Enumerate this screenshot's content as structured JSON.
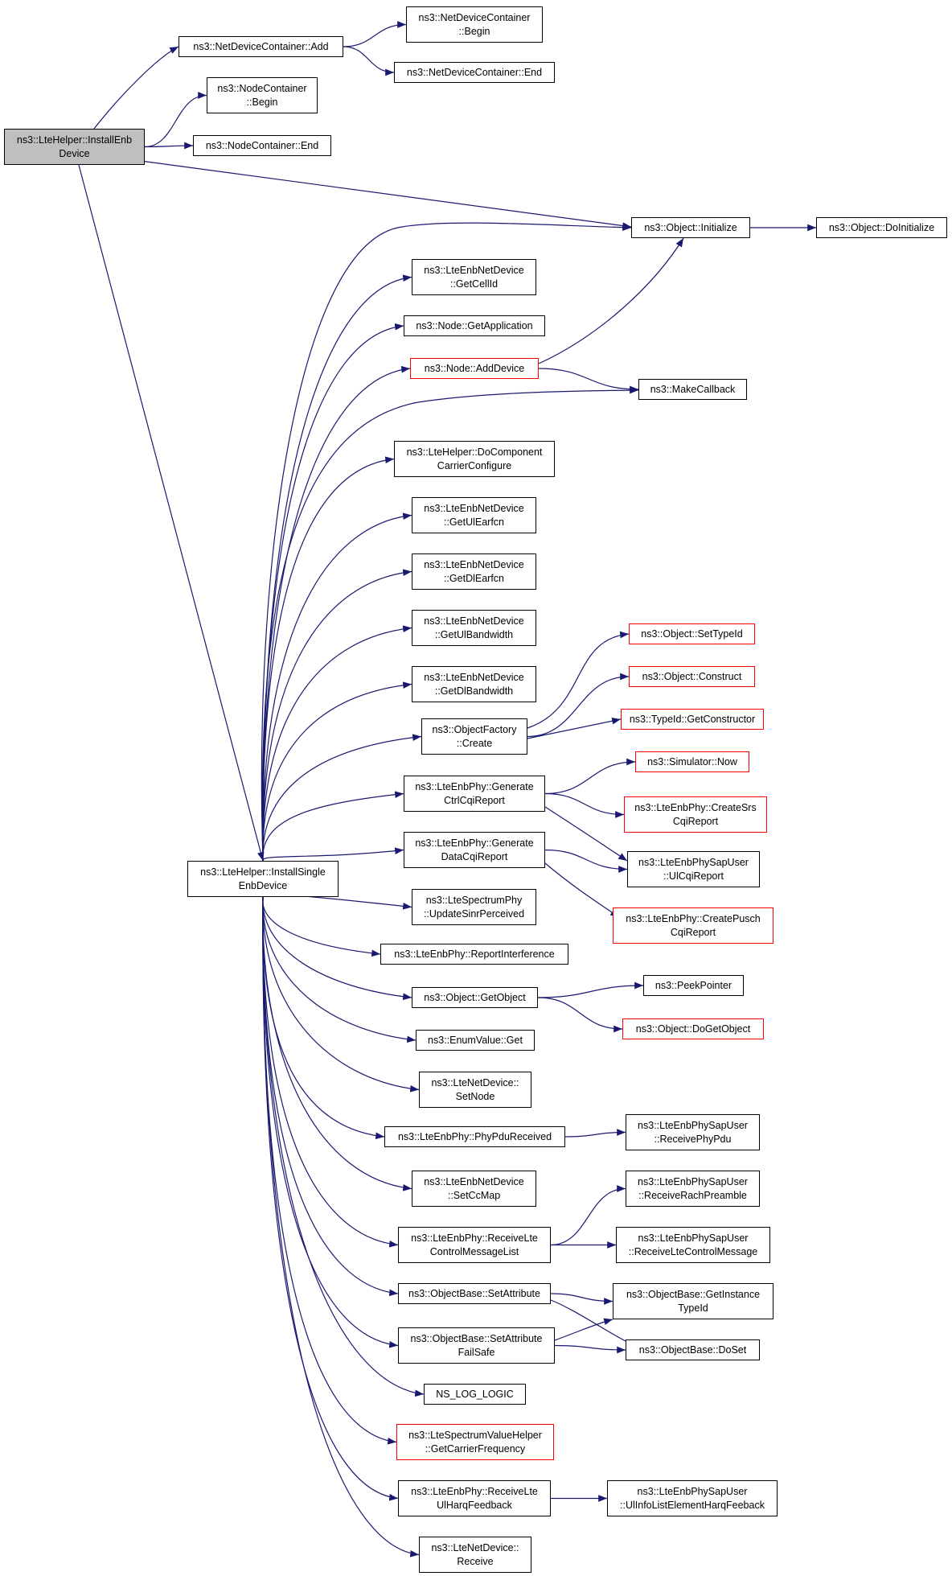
{
  "graph": {
    "nodes": [
      {
        "id": "root",
        "lines": [
          "ns3::LteHelper::InstallEnb",
          "Device"
        ],
        "kind": "root"
      },
      {
        "id": "ndcAdd",
        "lines": [
          "ns3::NetDeviceContainer::Add"
        ],
        "kind": "normal"
      },
      {
        "id": "ndcBegin",
        "lines": [
          "ns3::NetDeviceContainer",
          "::Begin"
        ],
        "kind": "normal"
      },
      {
        "id": "ndcEnd",
        "lines": [
          "ns3::NetDeviceContainer::End"
        ],
        "kind": "normal"
      },
      {
        "id": "ncBegin",
        "lines": [
          "ns3::NodeContainer",
          "::Begin"
        ],
        "kind": "normal"
      },
      {
        "id": "ncEnd",
        "lines": [
          "ns3::NodeContainer::End"
        ],
        "kind": "normal"
      },
      {
        "id": "objInit",
        "lines": [
          "ns3::Object::Initialize"
        ],
        "kind": "normal"
      },
      {
        "id": "objDoInit",
        "lines": [
          "ns3::Object::DoInitialize"
        ],
        "kind": "normal"
      },
      {
        "id": "getCellId",
        "lines": [
          "ns3::LteEnbNetDevice",
          "::GetCellId"
        ],
        "kind": "normal"
      },
      {
        "id": "getApp",
        "lines": [
          "ns3::Node::GetApplication"
        ],
        "kind": "normal"
      },
      {
        "id": "addDevice",
        "lines": [
          "ns3::Node::AddDevice"
        ],
        "kind": "red"
      },
      {
        "id": "makeCb",
        "lines": [
          "ns3::MakeCallback"
        ],
        "kind": "normal"
      },
      {
        "id": "doCcc",
        "lines": [
          "ns3::LteHelper::DoComponent",
          "CarrierConfigure"
        ],
        "kind": "normal"
      },
      {
        "id": "getUlEarfcn",
        "lines": [
          "ns3::LteEnbNetDevice",
          "::GetUlEarfcn"
        ],
        "kind": "normal"
      },
      {
        "id": "getDlEarfcn",
        "lines": [
          "ns3::LteEnbNetDevice",
          "::GetDlEarfcn"
        ],
        "kind": "normal"
      },
      {
        "id": "getUlBw",
        "lines": [
          "ns3::LteEnbNetDevice",
          "::GetUlBandwidth"
        ],
        "kind": "normal"
      },
      {
        "id": "getDlBw",
        "lines": [
          "ns3::LteEnbNetDevice",
          "::GetDlBandwidth"
        ],
        "kind": "normal"
      },
      {
        "id": "setTypeId",
        "lines": [
          "ns3::Object::SetTypeId"
        ],
        "kind": "red"
      },
      {
        "id": "construct",
        "lines": [
          "ns3::Object::Construct"
        ],
        "kind": "red"
      },
      {
        "id": "getCtor",
        "lines": [
          "ns3::TypeId::GetConstructor"
        ],
        "kind": "red"
      },
      {
        "id": "ofCreate",
        "lines": [
          "ns3::ObjectFactory",
          "::Create"
        ],
        "kind": "normal"
      },
      {
        "id": "simNow",
        "lines": [
          "ns3::Simulator::Now"
        ],
        "kind": "red"
      },
      {
        "id": "genCtrl",
        "lines": [
          "ns3::LteEnbPhy::Generate",
          "CtrlCqiReport"
        ],
        "kind": "normal"
      },
      {
        "id": "createSrs",
        "lines": [
          "ns3::LteEnbPhy::CreateSrs",
          "CqiReport"
        ],
        "kind": "red"
      },
      {
        "id": "genData",
        "lines": [
          "ns3::LteEnbPhy::Generate",
          "DataCqiReport"
        ],
        "kind": "normal"
      },
      {
        "id": "ulCqi",
        "lines": [
          "ns3::LteEnbPhySapUser",
          "::UlCqiReport"
        ],
        "kind": "normal"
      },
      {
        "id": "root2",
        "lines": [
          "ns3::LteHelper::InstallSingle",
          "EnbDevice"
        ],
        "kind": "normal"
      },
      {
        "id": "updSinr",
        "lines": [
          "ns3::LteSpectrumPhy",
          "::UpdateSinrPerceived"
        ],
        "kind": "normal"
      },
      {
        "id": "createPusch",
        "lines": [
          "ns3::LteEnbPhy::CreatePusch",
          "CqiReport"
        ],
        "kind": "red"
      },
      {
        "id": "repInterf",
        "lines": [
          "ns3::LteEnbPhy::ReportInterference"
        ],
        "kind": "normal"
      },
      {
        "id": "peekPtr",
        "lines": [
          "ns3::PeekPointer"
        ],
        "kind": "normal"
      },
      {
        "id": "getObject",
        "lines": [
          "ns3::Object::GetObject"
        ],
        "kind": "normal"
      },
      {
        "id": "doGetObject",
        "lines": [
          "ns3::Object::DoGetObject"
        ],
        "kind": "red"
      },
      {
        "id": "enumGet",
        "lines": [
          "ns3::EnumValue::Get"
        ],
        "kind": "normal"
      },
      {
        "id": "setNode",
        "lines": [
          "ns3::LteNetDevice::",
          "SetNode"
        ],
        "kind": "normal"
      },
      {
        "id": "phyPdu",
        "lines": [
          "ns3::LteEnbPhy::PhyPduReceived"
        ],
        "kind": "normal"
      },
      {
        "id": "recvPhyPdu",
        "lines": [
          "ns3::LteEnbPhySapUser",
          "::ReceivePhyPdu"
        ],
        "kind": "normal"
      },
      {
        "id": "setCcMap",
        "lines": [
          "ns3::LteEnbNetDevice",
          "::SetCcMap"
        ],
        "kind": "normal"
      },
      {
        "id": "recvRach",
        "lines": [
          "ns3::LteEnbPhySapUser",
          "::ReceiveRachPreamble"
        ],
        "kind": "normal"
      },
      {
        "id": "recvCtrlList",
        "lines": [
          "ns3::LteEnbPhy::ReceiveLte",
          "ControlMessageList"
        ],
        "kind": "normal"
      },
      {
        "id": "recvCtrlMsg",
        "lines": [
          "ns3::LteEnbPhySapUser",
          "::ReceiveLteControlMessage"
        ],
        "kind": "normal"
      },
      {
        "id": "setAttr",
        "lines": [
          "ns3::ObjectBase::SetAttribute"
        ],
        "kind": "normal"
      },
      {
        "id": "getInstTid",
        "lines": [
          "ns3::ObjectBase::GetInstance",
          "TypeId"
        ],
        "kind": "normal"
      },
      {
        "id": "setAttrFs",
        "lines": [
          "ns3::ObjectBase::SetAttribute",
          "FailSafe"
        ],
        "kind": "normal"
      },
      {
        "id": "doSet",
        "lines": [
          "ns3::ObjectBase::DoSet"
        ],
        "kind": "normal"
      },
      {
        "id": "nsLog",
        "lines": [
          "NS_LOG_LOGIC"
        ],
        "kind": "normal"
      },
      {
        "id": "carrierFreq",
        "lines": [
          "ns3::LteSpectrumValueHelper",
          "::GetCarrierFrequency"
        ],
        "kind": "red"
      },
      {
        "id": "ulHarq",
        "lines": [
          "ns3::LteEnbPhy::ReceiveLte",
          "UlHarqFeedback"
        ],
        "kind": "normal"
      },
      {
        "id": "ulInfoHarq",
        "lines": [
          "ns3::LteEnbPhySapUser",
          "::UlInfoListElementHarqFeeback"
        ],
        "kind": "normal"
      },
      {
        "id": "lndReceive",
        "lines": [
          "ns3::LteNetDevice::",
          "Receive"
        ],
        "kind": "normal"
      }
    ],
    "edges": [
      [
        "root",
        "ndcAdd"
      ],
      [
        "ndcAdd",
        "ndcBegin"
      ],
      [
        "ndcAdd",
        "ndcEnd"
      ],
      [
        "root",
        "ncBegin"
      ],
      [
        "root",
        "ncEnd"
      ],
      [
        "root",
        "objInit"
      ],
      [
        "root",
        "root2"
      ],
      [
        "objInit",
        "objDoInit"
      ],
      [
        "root2",
        "objInit"
      ],
      [
        "root2",
        "getCellId"
      ],
      [
        "root2",
        "getApp"
      ],
      [
        "root2",
        "addDevice"
      ],
      [
        "addDevice",
        "objInit"
      ],
      [
        "addDevice",
        "makeCb"
      ],
      [
        "root2",
        "makeCb"
      ],
      [
        "root2",
        "doCcc"
      ],
      [
        "root2",
        "getUlEarfcn"
      ],
      [
        "root2",
        "getDlEarfcn"
      ],
      [
        "root2",
        "getUlBw"
      ],
      [
        "root2",
        "getDlBw"
      ],
      [
        "root2",
        "ofCreate"
      ],
      [
        "ofCreate",
        "setTypeId"
      ],
      [
        "ofCreate",
        "construct"
      ],
      [
        "ofCreate",
        "getCtor"
      ],
      [
        "root2",
        "genCtrl"
      ],
      [
        "genCtrl",
        "simNow"
      ],
      [
        "genCtrl",
        "createSrs"
      ],
      [
        "genCtrl",
        "ulCqi"
      ],
      [
        "root2",
        "genData"
      ],
      [
        "genData",
        "ulCqi"
      ],
      [
        "genData",
        "createPusch"
      ],
      [
        "root2",
        "updSinr"
      ],
      [
        "root2",
        "repInterf"
      ],
      [
        "root2",
        "getObject"
      ],
      [
        "getObject",
        "peekPtr"
      ],
      [
        "getObject",
        "doGetObject"
      ],
      [
        "root2",
        "enumGet"
      ],
      [
        "root2",
        "setNode"
      ],
      [
        "root2",
        "phyPdu"
      ],
      [
        "phyPdu",
        "recvPhyPdu"
      ],
      [
        "root2",
        "setCcMap"
      ],
      [
        "root2",
        "recvCtrlList"
      ],
      [
        "recvCtrlList",
        "recvRach"
      ],
      [
        "recvCtrlList",
        "recvCtrlMsg"
      ],
      [
        "root2",
        "setAttr"
      ],
      [
        "setAttr",
        "getInstTid"
      ],
      [
        "setAttr",
        "doSet"
      ],
      [
        "root2",
        "setAttrFs"
      ],
      [
        "setAttrFs",
        "getInstTid"
      ],
      [
        "setAttrFs",
        "doSet"
      ],
      [
        "root2",
        "nsLog"
      ],
      [
        "root2",
        "carrierFreq"
      ],
      [
        "root2",
        "ulHarq"
      ],
      [
        "ulHarq",
        "ulInfoHarq"
      ],
      [
        "root2",
        "lndReceive"
      ]
    ]
  },
  "colors": {
    "edge": "#191970",
    "red_border": "#ff0000",
    "root_fill": "#bfbfbf"
  }
}
